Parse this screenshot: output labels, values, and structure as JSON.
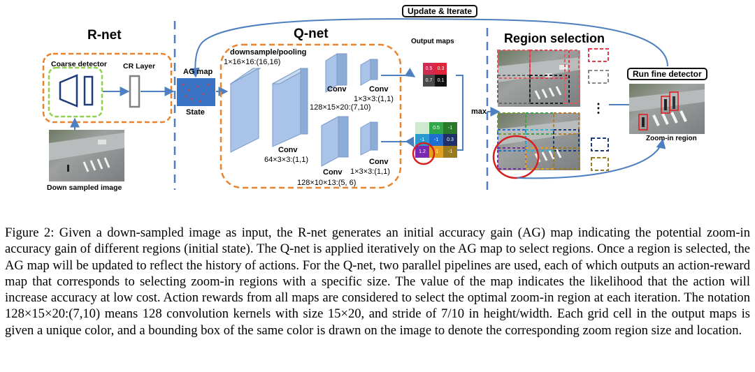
{
  "figure": {
    "rnet_title": "R-net",
    "qnet_title": "Q-net",
    "region_title": "Region selection",
    "update_label": "Update & Iterate",
    "fine_label": "Run fine detector",
    "coarse_detector": "Coarse detector",
    "cr_layer": "CR Layer",
    "ag_map": "AG map",
    "state": "State",
    "downsampled_image": "Down sampled image",
    "output_maps": "Output maps",
    "downsample_pooling": "downsample/pooling",
    "ds_dims": "1×16×16:(16,16)",
    "conv": "Conv",
    "conv1_dims": "64×3×3:(1,1)",
    "conv2a_dims": "128×15×20:(7,10)",
    "conv3a_dims": "1×3×3:(1,1)",
    "conv2b_dims": "128×10×13:(5, 6)",
    "conv3b_dims": "1×3×3:(1,1)",
    "max": "max",
    "dots": "⋮",
    "zoom_region": "Zoom-in region",
    "map_a": [
      "0.5",
      "0.3",
      "0.7",
      "0.1"
    ],
    "map_b": [
      "",
      "0.5",
      "-1",
      "-1",
      "-1",
      "0.3",
      "1.2",
      "-1",
      "-1"
    ],
    "colors": {
      "orange": "#e9832d",
      "green": "#8fd24c",
      "blue": "#4e7fc0",
      "conv_fill": "#a9c4e8",
      "red": "#d62020"
    }
  },
  "caption": {
    "text": "Figure 2: Given a down-sampled image as input, the R-net generates an initial accuracy gain (AG) map indicating the potential zoom-in accuracy gain of different regions (initial state). The Q-net is applied iteratively on the AG map to select regions. Once a region is selected, the AG map will be updated to reflect the history of actions. For the Q-net, two parallel pipelines are used, each of which outputs an action-reward map that corresponds to selecting zoom-in regions with a specific size. The value of the map indicates the likelihood that the action will increase accuracy at low cost. Action rewards from all maps are considered to select the optimal zoom-in region at each iteration. The notation 128×15×20:(7,10) means 128 convolution kernels with size 15×20, and stride of 7/10 in height/width. Each grid cell in the output maps is given a unique color, and a bounding box of the same color is drawn on the image to denote the corresponding zoom region size and location."
  }
}
